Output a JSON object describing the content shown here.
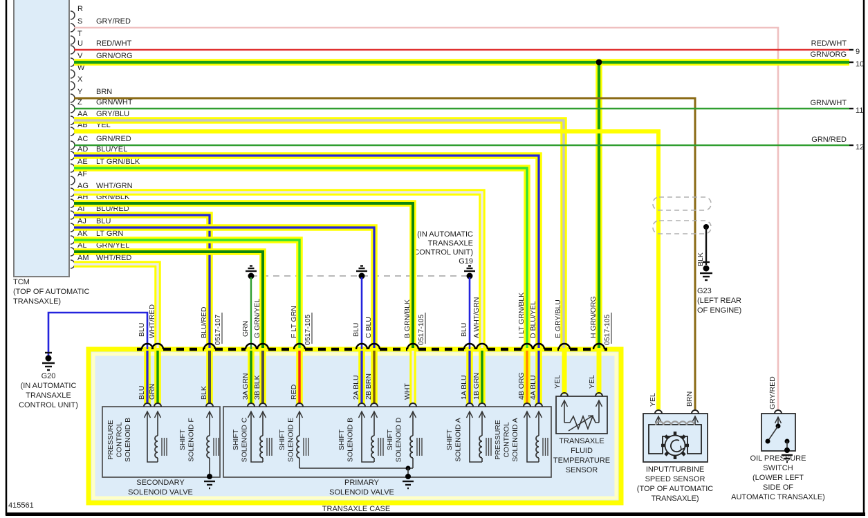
{
  "figure_number": "415561",
  "palette": {
    "loom_yellow": "#ffff00",
    "pale_yellow": "#ffffc6",
    "component_blue": "#ddecf8",
    "wire_blue": "#2323dd",
    "wire_green": "#129212",
    "wire_light_green": "#35e035",
    "wire_red": "#ee2222",
    "wire_pink": "#efc0c0",
    "wire_brown": "#8a6a14",
    "wire_orange": "#ff8800",
    "wire_gray": "#c4c4c4",
    "wire_white": "#eaeaea",
    "wire_black": "#4d4d4d"
  },
  "tcm": {
    "title": "TCM",
    "location": [
      "(TOP OF AUTOMATIC",
      "TRANSAXLE)"
    ],
    "pins": [
      {
        "letter": "R",
        "color": ""
      },
      {
        "letter": "S",
        "color": "GRY/RED"
      },
      {
        "letter": "T",
        "color": ""
      },
      {
        "letter": "U",
        "color": "RED/WHT"
      },
      {
        "letter": "V",
        "color": "GRN/ORG"
      },
      {
        "letter": "W",
        "color": ""
      },
      {
        "letter": "X",
        "color": ""
      },
      {
        "letter": "Y",
        "color": "BRN"
      },
      {
        "letter": "Z",
        "color": "GRN/WHT"
      },
      {
        "letter": "AA",
        "color": "GRY/BLU"
      },
      {
        "letter": "AB",
        "color": "YEL"
      },
      {
        "letter": "AC",
        "color": "GRN/RED"
      },
      {
        "letter": "AD",
        "color": "BLU/YEL"
      },
      {
        "letter": "AE",
        "color": "LT GRN/BLK"
      },
      {
        "letter": "AF",
        "color": ""
      },
      {
        "letter": "AG",
        "color": "WHT/GRN"
      },
      {
        "letter": "AH",
        "color": "GRN/BLK"
      },
      {
        "letter": "AI",
        "color": "BLU/RED"
      },
      {
        "letter": "AJ",
        "color": "BLU"
      },
      {
        "letter": "AK",
        "color": "LT GRN"
      },
      {
        "letter": "AL",
        "color": "GRN/YEL"
      },
      {
        "letter": "AM",
        "color": "WHT/RED"
      }
    ]
  },
  "right_exits": [
    {
      "color": "RED/WHT",
      "num": "9"
    },
    {
      "color": "GRN/ORG",
      "num": "10"
    },
    {
      "color": "GRN/WHT",
      "num": "11"
    },
    {
      "color": "GRN/RED",
      "num": "12"
    }
  ],
  "grounds": {
    "g20": {
      "id": "G20",
      "location": [
        "(IN AUTOMATIC",
        "TRANSAXLE",
        "CONTROL UNIT)"
      ]
    },
    "g19": {
      "id": "G19",
      "location": [
        "(IN AUTOMATIC",
        "TRANSAXLE",
        "CONTROL UNIT)"
      ]
    },
    "g23": {
      "id": "G23",
      "location": [
        "(LEFT REAR",
        "OF ENGINE)"
      ]
    }
  },
  "harness_labels": [
    "BLU",
    "WHT/RED",
    "BLU/RED",
    "0517-107",
    "GRN",
    "G GRN/YEL",
    "F LT GRN",
    "0517-105",
    "BLU",
    "C BLU",
    "B GRN/BLK",
    "0517-105",
    "BLU",
    "A WHT/GRN",
    "I LT GRN/BLK",
    "D BLU/YEL",
    "E GRY/BLU",
    "H GRN/ORG",
    "0517-105"
  ],
  "case_wire_labels": [
    "BLU",
    "GRN",
    "BLK",
    "3A GRN",
    "3B BLK",
    "RED",
    "2A BLU",
    "2B BRN",
    "WHT",
    "1A BLU",
    "1B GRN",
    "4B ORG",
    "4A BLU",
    "YEL",
    "YEL"
  ],
  "sensor_wire_labels": {
    "yel": "YEL",
    "brn": "BRN",
    "blk": "BLK",
    "gry_red": "GRY/RED"
  },
  "solenoid_labels": [
    [
      "PRESSURE",
      "CONTROL",
      "SOLENOID B"
    ],
    [
      "SHIFT",
      "SOLENOID F"
    ],
    [
      "SHIFT",
      "SOLENOID C"
    ],
    [
      "SHIFT",
      "SOLENOID E"
    ],
    [
      "SHIFT",
      "SOLENOID B"
    ],
    [
      "SHIFT",
      "SOLENOID D"
    ],
    [
      "SHIFT",
      "SOLENOID A"
    ],
    [
      "PRESSURE",
      "CONTROL",
      "SOLENOID A"
    ]
  ],
  "valve_labels": {
    "secondary": [
      "SECONDARY",
      "SOLENOID VALVE"
    ],
    "primary": [
      "PRIMARY",
      "SOLENOID VALVE"
    ]
  },
  "case_label": "TRANSAXLE CASE",
  "temp_sensor": [
    "TRANSAXLE",
    "FLUID",
    "TEMPERATURE",
    "SENSOR"
  ],
  "speed_sensor": [
    "INPUT/TURBINE",
    "SPEED SENSOR",
    "(TOP OF AUTOMATIC",
    "TRANSAXLE)"
  ],
  "oil_switch": [
    "OIL PRESSURE",
    "SWITCH",
    "(LOWER LEFT",
    "SIDE OF",
    "AUTOMATIC TRANSAXLE)"
  ]
}
